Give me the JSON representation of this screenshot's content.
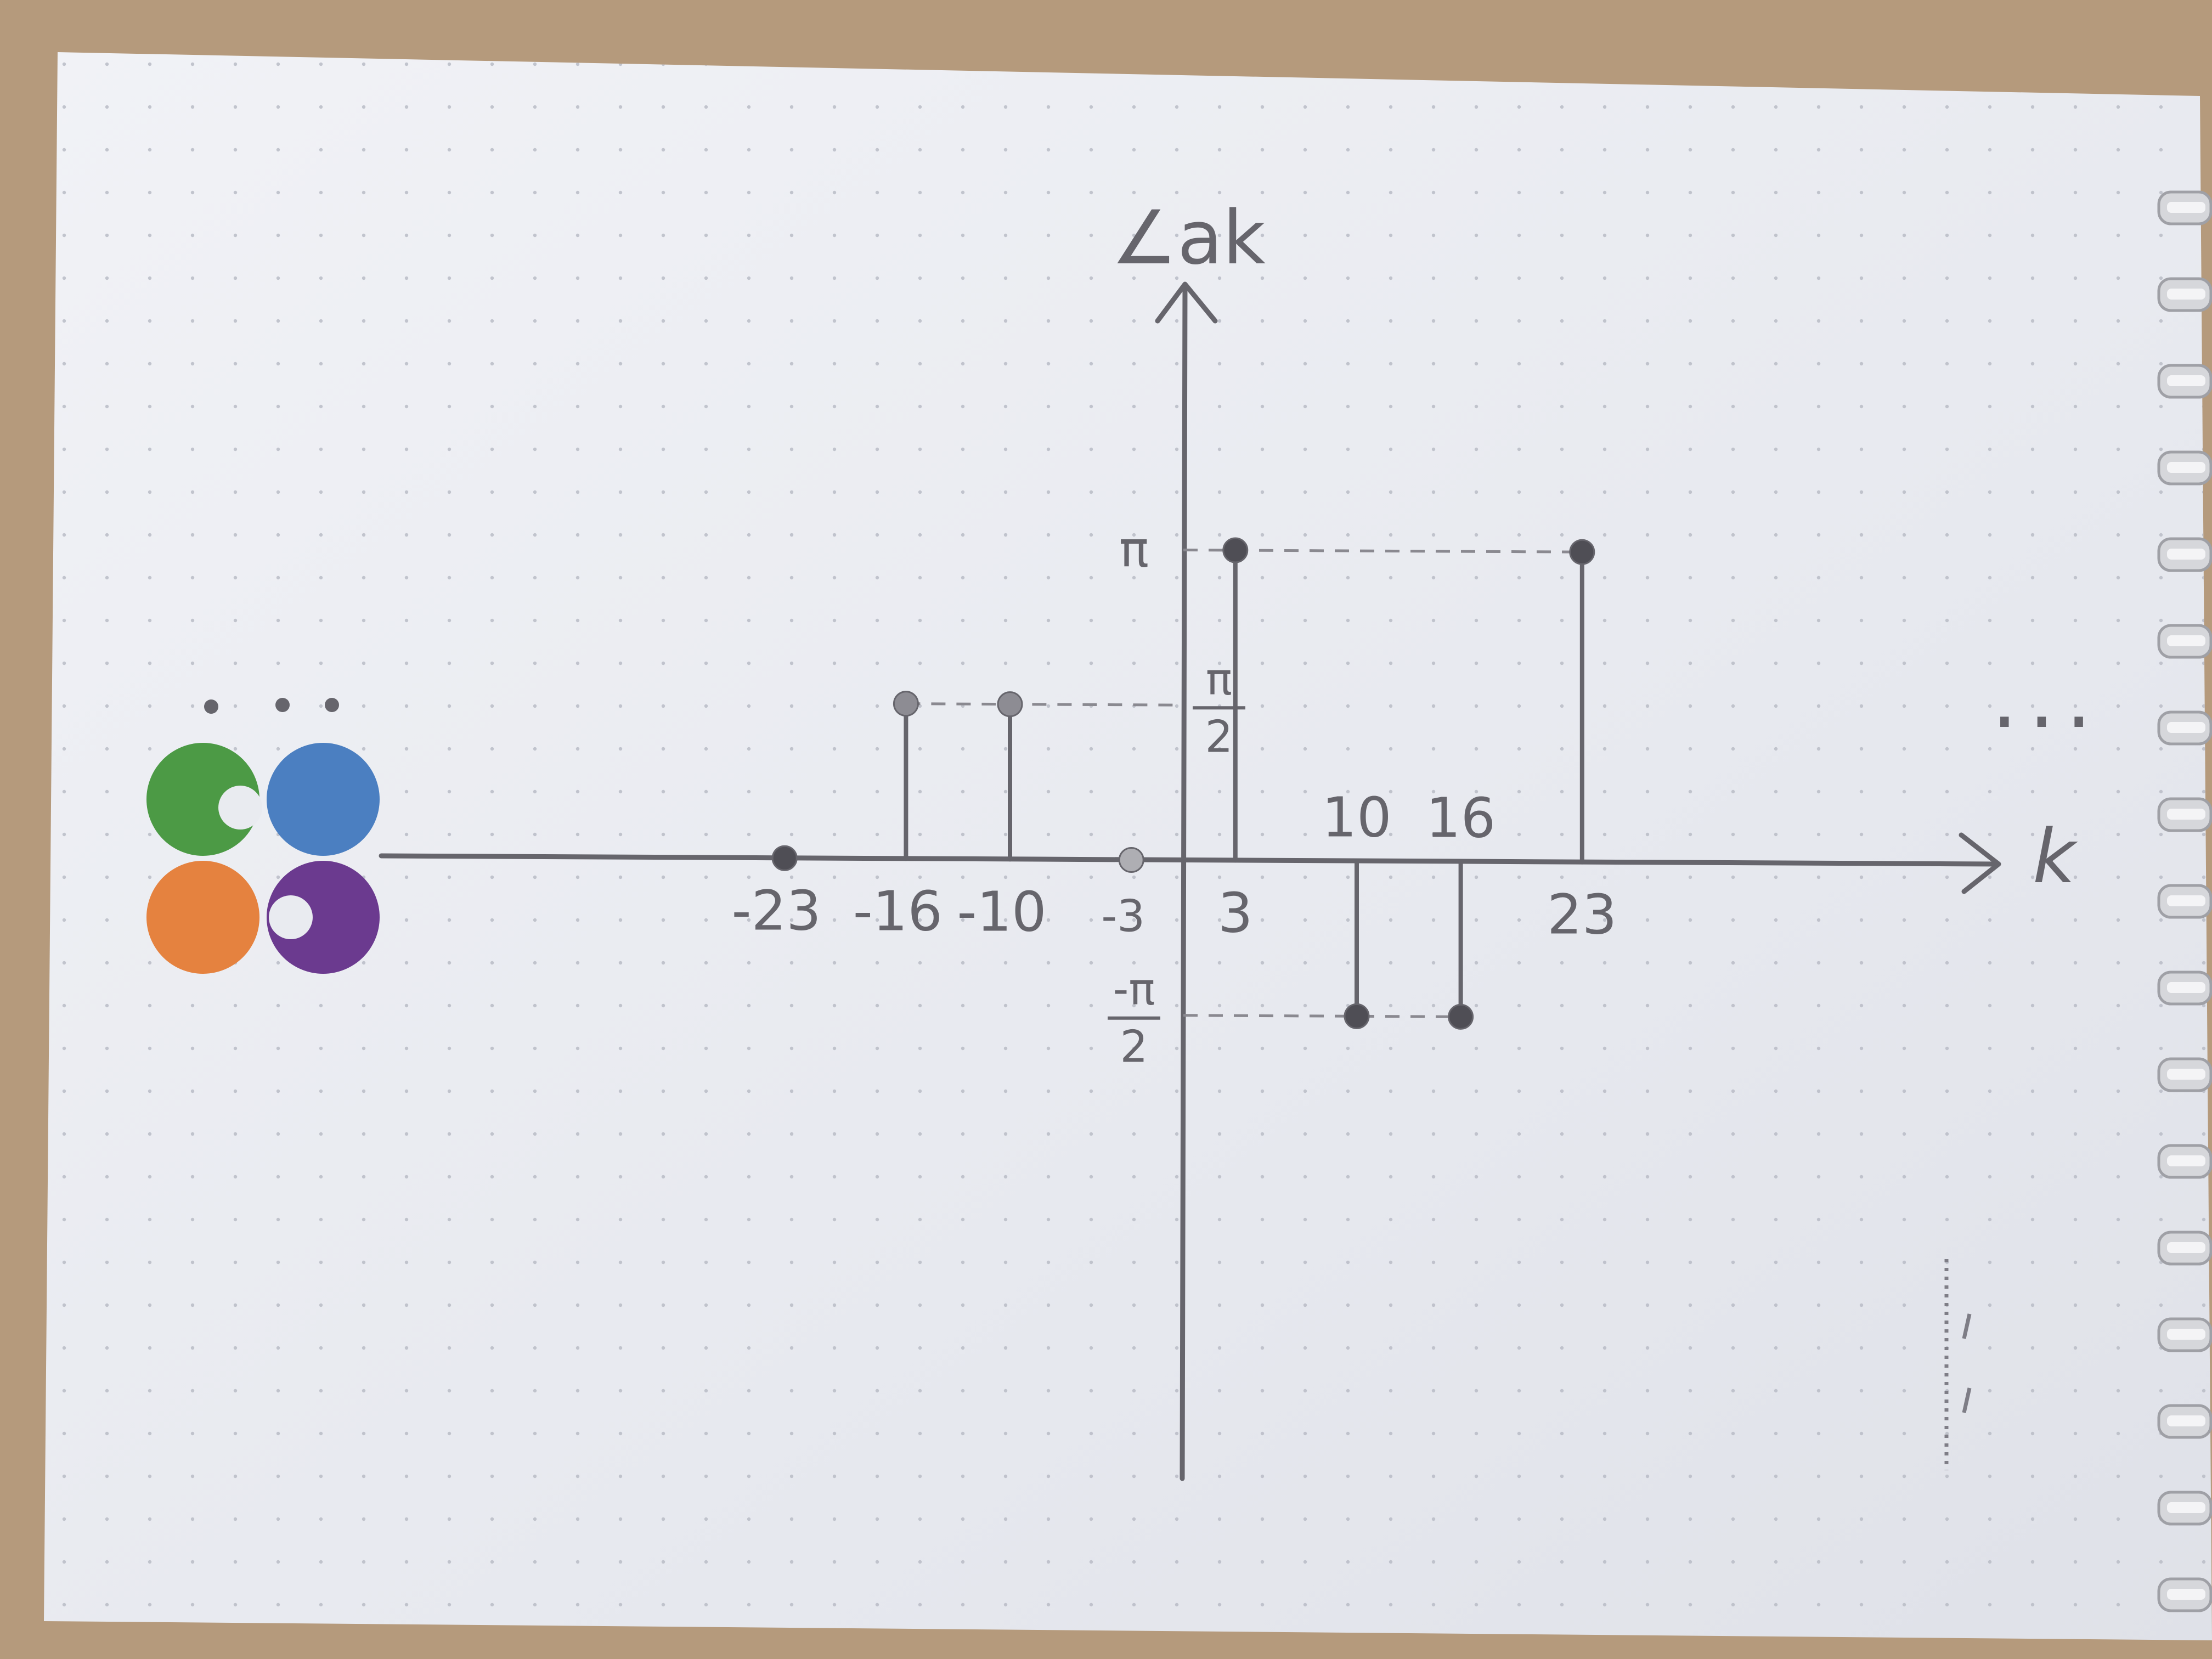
{
  "chart_data": {
    "type": "stem",
    "xlabel": "k",
    "ylabel": "∠ak",
    "points": [
      {
        "k": -23,
        "phase": 0
      },
      {
        "k": -16,
        "phase": "π/2"
      },
      {
        "k": -10,
        "phase": "π/2"
      },
      {
        "k": -3,
        "phase": 0
      },
      {
        "k": 3,
        "phase": "π"
      },
      {
        "k": 10,
        "phase": "-π/2"
      },
      {
        "k": 16,
        "phase": "-π/2"
      },
      {
        "k": 23,
        "phase": "π"
      }
    ],
    "y_values_numeric": {
      "π": 3.1416,
      "π/2": 1.5708,
      "-π/2": -1.5708,
      "0": 0
    },
    "x_tick_labels": [
      {
        "k": -23,
        "text": "-23"
      },
      {
        "k": -16,
        "text": "-16"
      },
      {
        "k": -10,
        "text": "-10"
      },
      {
        "k": -3,
        "text": "-3"
      },
      {
        "k": 3,
        "text": "3"
      },
      {
        "k": 10,
        "text": "10"
      },
      {
        "k": 16,
        "text": "16"
      },
      {
        "k": 23,
        "text": "23"
      }
    ],
    "y_tick_labels": [
      {
        "value": "π",
        "num": "π",
        "den": ""
      },
      {
        "value": "π/2",
        "num": "π",
        "den": "2"
      },
      {
        "value": "-π/2",
        "num": "-π",
        "den": "2"
      }
    ],
    "continuation_mark": "...",
    "grid": "dot grid (notebook paper)",
    "colors": {
      "ink": "#66656c",
      "paper": "#eceef3",
      "desk": "#b59a7c"
    }
  },
  "logo": {
    "colors": [
      "#4c9a45",
      "#4b7fc1",
      "#e5823f",
      "#6b3a8f"
    ]
  }
}
